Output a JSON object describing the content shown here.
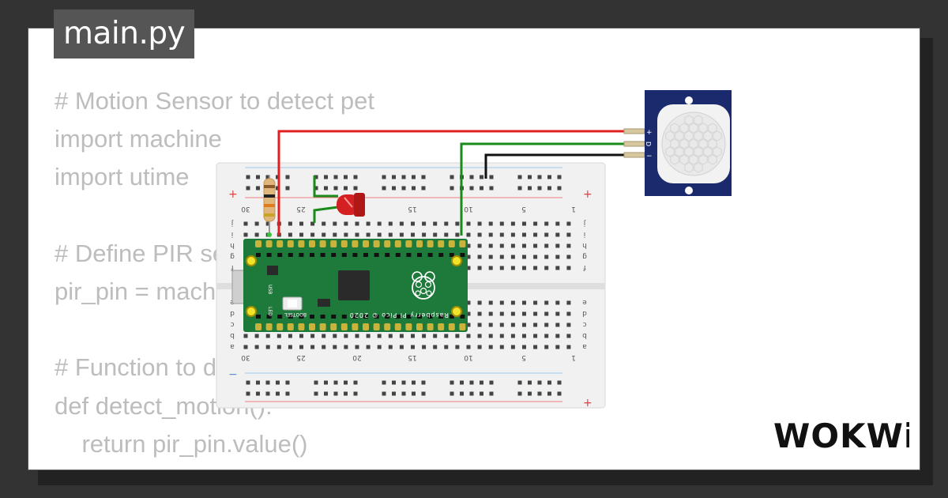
{
  "file_tab": {
    "label": "main.py"
  },
  "code_lines": [
    "# Motion Sensor to detect pet",
    "import machine",
    "import utime",
    "",
    "# Define PIR sensor pin",
    "pir_pin = machine.Pin(28, machine.Pin.IN)",
    "",
    "# Function to detect motion",
    "def detect_motion():",
    "    return pir_pin.value()"
  ],
  "breadboard": {
    "column_numbers": [
      "30",
      "25",
      "20",
      "15",
      "10",
      "5",
      "1"
    ],
    "row_letters_top": [
      "j",
      "i",
      "h",
      "g",
      "f"
    ],
    "row_letters_bottom": [
      "e",
      "d",
      "c",
      "b",
      "a"
    ],
    "rail_plus": "+",
    "rail_minus": "−"
  },
  "pico": {
    "silk_text": "Raspberry Pi Pico © 2020",
    "bootsel_label": "BOOTSEL",
    "usb_label": "USB",
    "led_label": "LED",
    "color": "#1e7a3a"
  },
  "pir_sensor": {
    "pin_labels": [
      "+",
      "D",
      "−"
    ],
    "board_color": "#1a2a6c"
  },
  "wires": {
    "vcc": "#e02020",
    "signal": "#1a8a1a",
    "gnd": "#111111"
  },
  "brand": {
    "logo_text": "WOKWi"
  }
}
